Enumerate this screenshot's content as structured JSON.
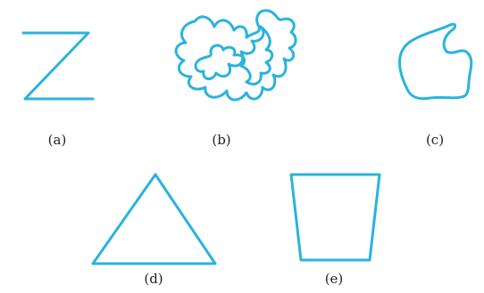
{
  "colors": {
    "stroke": "#2ab3dd",
    "caption": "#222222",
    "background": "#ffffff"
  },
  "figures": [
    {
      "label": "(a)",
      "shape": "z-shaped open curve"
    },
    {
      "label": "(b)",
      "shape": "self-intersecting wavy closed curve"
    },
    {
      "label": "(c)",
      "shape": "irregular simple closed curve"
    },
    {
      "label": "(d)",
      "shape": "triangle"
    },
    {
      "label": "(e)",
      "shape": "trapezium"
    }
  ]
}
